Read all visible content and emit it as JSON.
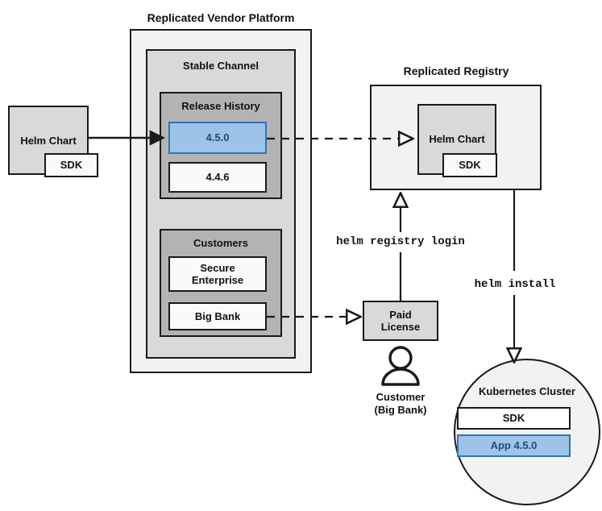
{
  "diagram": {
    "title_vendor_platform": "Replicated Vendor Platform",
    "title_registry": "Replicated Registry",
    "groups": {
      "stable_channel": "Stable Channel",
      "release_history": "Release History",
      "customers": "Customers"
    },
    "source_chart": {
      "name": "Helm Chart",
      "sdk": "SDK"
    },
    "releases": [
      {
        "version": "4.5.0",
        "highlighted": true
      },
      {
        "version": "4.4.6",
        "highlighted": false
      }
    ],
    "customers": [
      {
        "name": "Secure\nEnterprise",
        "line1": "Secure",
        "line2": "Enterprise"
      },
      {
        "name": "Big Bank",
        "line1": "Big Bank",
        "line2": ""
      }
    ],
    "registry_chart": {
      "name": "Helm Chart",
      "sdk": "SDK"
    },
    "license": {
      "line1": "Paid",
      "line2": "License"
    },
    "customer_actor": {
      "line1": "Customer",
      "line2": "(Big Bank)"
    },
    "cluster": {
      "title": "Kubernetes Cluster",
      "items": [
        {
          "label": "SDK",
          "highlighted": false
        },
        {
          "label": "App 4.5.0",
          "highlighted": true
        }
      ]
    },
    "commands": {
      "registry_login": "helm registry login",
      "install": "helm install"
    },
    "colors": {
      "accent_fill": "#9dc3e6",
      "accent_border": "#2e75b6",
      "accent_text": "#1f4e79",
      "stroke": "#1a1a1a",
      "shade_lightest": "#f2f2f2",
      "shade_light": "#d9d9d9",
      "shade_mid": "#b3b3b3",
      "shade_white": "#fafafa"
    }
  }
}
